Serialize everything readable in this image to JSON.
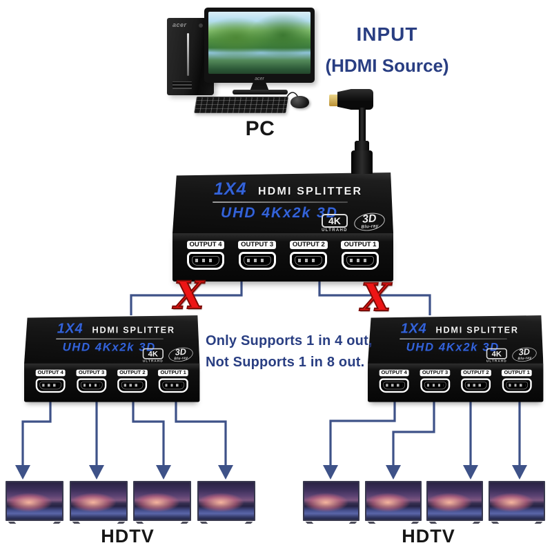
{
  "colors": {
    "page_bg": "#ffffff",
    "accent_blue": "#3463d8",
    "navy_text": "#293e82",
    "connector_line": "#3e5288",
    "x_red": "#ed1515"
  },
  "pc": {
    "label": "PC",
    "brand": "acer"
  },
  "input_label": {
    "line1": "INPUT",
    "line2": "(HDMI Source)"
  },
  "splitter": {
    "model": "1X4",
    "title": "HDMI SPLITTER",
    "subtitle": "UHD 4Kx2k 3D",
    "badge_4k": {
      "main": "4K",
      "sub": "ULTRAHD"
    },
    "badge_3d": {
      "main": "3D",
      "sub": "Blu-ray"
    },
    "outputs": [
      "OUTPUT 4",
      "OUTPUT 3",
      "OUTPUT 2",
      "OUTPUT 1"
    ]
  },
  "note": {
    "line1": "Only Supports 1 in 4 out,",
    "line2": "Not Supports 1 in 8 out."
  },
  "x_mark": "X",
  "hdtv": {
    "left_label": "HDTV",
    "right_label": "HDTV"
  }
}
